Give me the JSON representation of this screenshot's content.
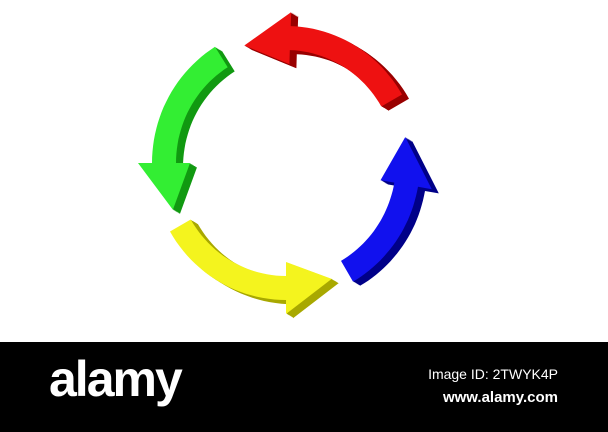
{
  "diagram": {
    "kind": "circular-cycle-arrows",
    "arrows": [
      {
        "name": "red-arrow",
        "color": "#ee1111",
        "shade": "#990000"
      },
      {
        "name": "blue-arrow",
        "color": "#1111ee",
        "shade": "#000088"
      },
      {
        "name": "yellow-arrow",
        "color": "#f4f41e",
        "shade": "#a8a800"
      },
      {
        "name": "green-arrow",
        "color": "#33ee33",
        "shade": "#119911"
      }
    ]
  },
  "watermark": {
    "brand": "alamy",
    "image_id": "Image ID: 2TWYK4P",
    "url": "www.alamy.com",
    "background": "#000000",
    "text_color": "#ffffff"
  }
}
